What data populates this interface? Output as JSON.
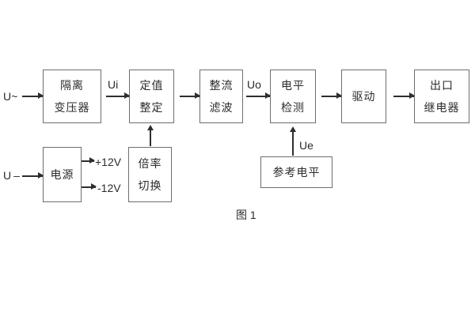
{
  "diagram": {
    "caption": "图 1",
    "boxes": {
      "transformer": {
        "line1": "隔离",
        "line2": "变压器"
      },
      "setpoint": {
        "line1": "定值",
        "line2": "整定"
      },
      "rectifier": {
        "line1": "整流",
        "line2": "滤波"
      },
      "level": {
        "line1": "电平",
        "line2": "检测"
      },
      "drive": {
        "line1": "驱动"
      },
      "relay": {
        "line1": "出口",
        "line2": "继电器"
      },
      "power": {
        "line1": "电源"
      },
      "multiplier": {
        "line1": "倍率",
        "line2": "切换"
      },
      "reference": {
        "line1": "参考电平"
      }
    },
    "labels": {
      "input_ac": "U~",
      "input_dc": "U–",
      "ui": "Ui",
      "uo": "Uo",
      "ue": "Ue",
      "plus12v": "+12V",
      "minus12v": "-12V"
    },
    "colors": {
      "background": "#ffffff",
      "box_border": "#6e6e6e",
      "line": "#2e2e2e",
      "text": "#2b2b2b"
    }
  }
}
